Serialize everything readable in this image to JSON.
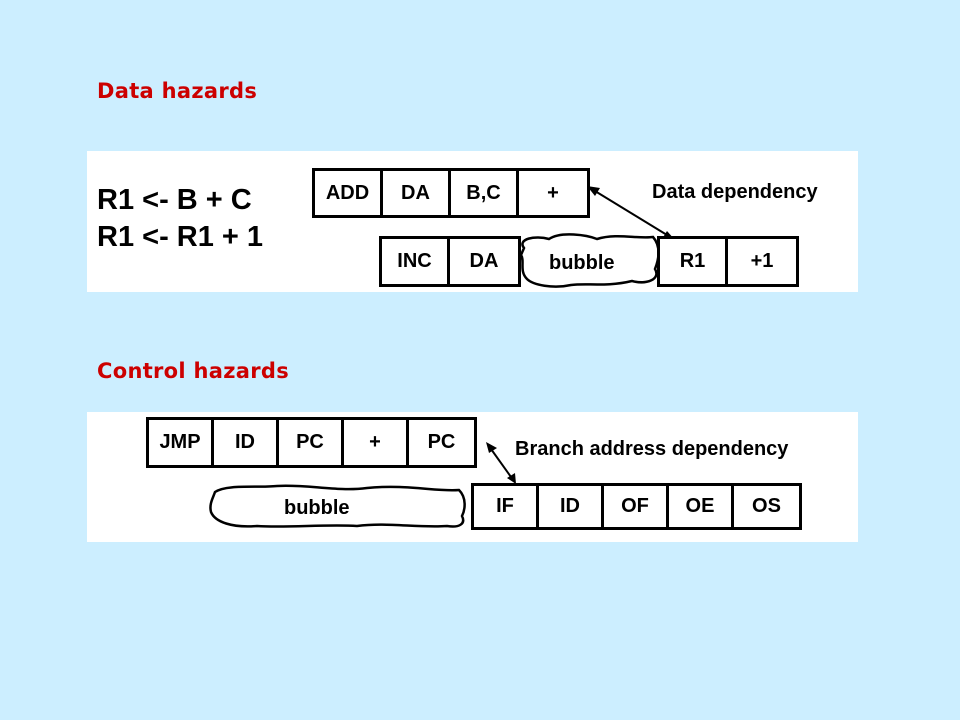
{
  "sections": {
    "data": {
      "title": "Data hazards",
      "instructions": [
        "R1 <- B + C",
        "R1 <- R1 + 1"
      ],
      "row1": [
        "ADD",
        "DA",
        "B,C",
        "+"
      ],
      "row2": [
        "INC",
        "DA"
      ],
      "bubble": "bubble",
      "row3": [
        "R1",
        "+1"
      ],
      "dependency_label": "Data dependency"
    },
    "control": {
      "title": "Control hazards",
      "row1": [
        "JMP",
        "ID",
        "PC",
        "+",
        "PC"
      ],
      "bubble": "bubble",
      "row2": [
        "IF",
        "ID",
        "OF",
        "OE",
        "OS"
      ],
      "dependency_label": "Branch address dependency"
    }
  }
}
